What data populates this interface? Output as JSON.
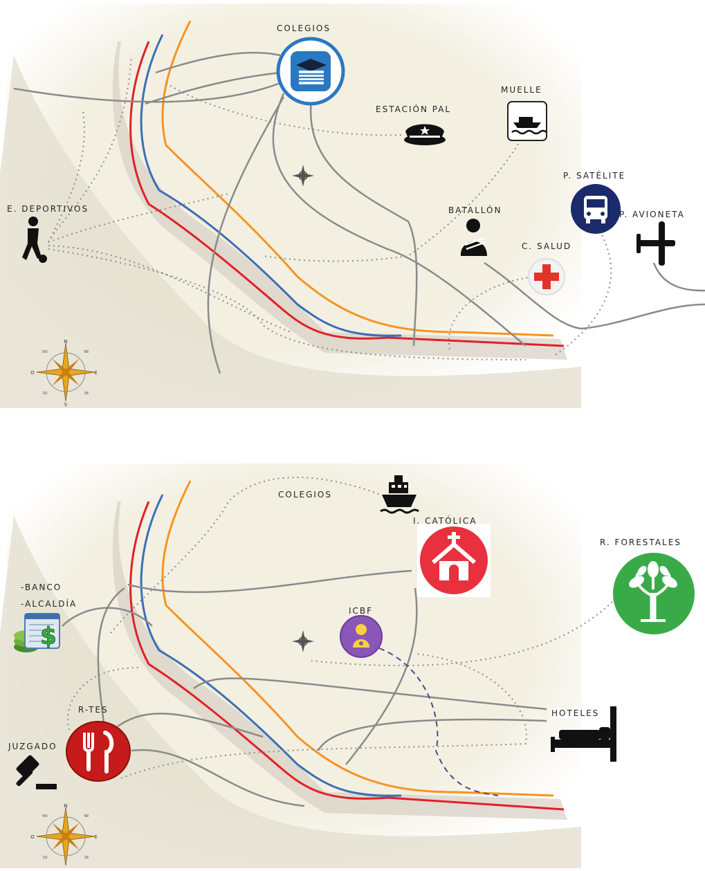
{
  "top_map": {
    "labels": {
      "colegios": "COLEGIOS",
      "estacion": "ESTACIÓN PAL",
      "muelle": "MUELLE",
      "satelite": "P. SATÉLITE",
      "avioneta": "P. AVIONETA",
      "batallon": "BATALLÓN",
      "salud": "C. SALUD",
      "deportivos": "E. DEPORTIVOS"
    },
    "icons": [
      "graduation-cap-icon",
      "police-cap-icon",
      "boat-icon",
      "bus-icon",
      "airplane-icon",
      "soldier-icon",
      "medical-cross-icon",
      "soccer-player-icon",
      "compass-rose-icon",
      "compass-star-icon"
    ]
  },
  "bottom_map": {
    "labels": {
      "colegios": "COLEGIOS",
      "catolica": "I. CATÓLICA",
      "forestales": "R. FORESTALES",
      "banco": "-BANCO",
      "alcaldia": "-ALCALDÍA",
      "icbf": "ICBF",
      "rtes": "R-TES",
      "hoteles": "HOTELES",
      "juzgado": "JUZGADO"
    },
    "icons": [
      "ship-icon",
      "church-icon",
      "tree-icon",
      "money-ledger-icon",
      "baby-icon",
      "restaurant-icon",
      "bed-icon",
      "gavel-icon",
      "compass-rose-icon",
      "compass-star-icon"
    ]
  },
  "compass": {
    "n": "N",
    "s": "S",
    "e": "E",
    "o": "O",
    "ne": "NE",
    "no": "NO",
    "se": "SE",
    "so": "SO"
  },
  "colors": {
    "road_red": "#e21f26",
    "road_blue": "#3a6fb5",
    "road_orange": "#f7931e",
    "river": "#e6e2d3",
    "land": "#f4f1e4"
  }
}
